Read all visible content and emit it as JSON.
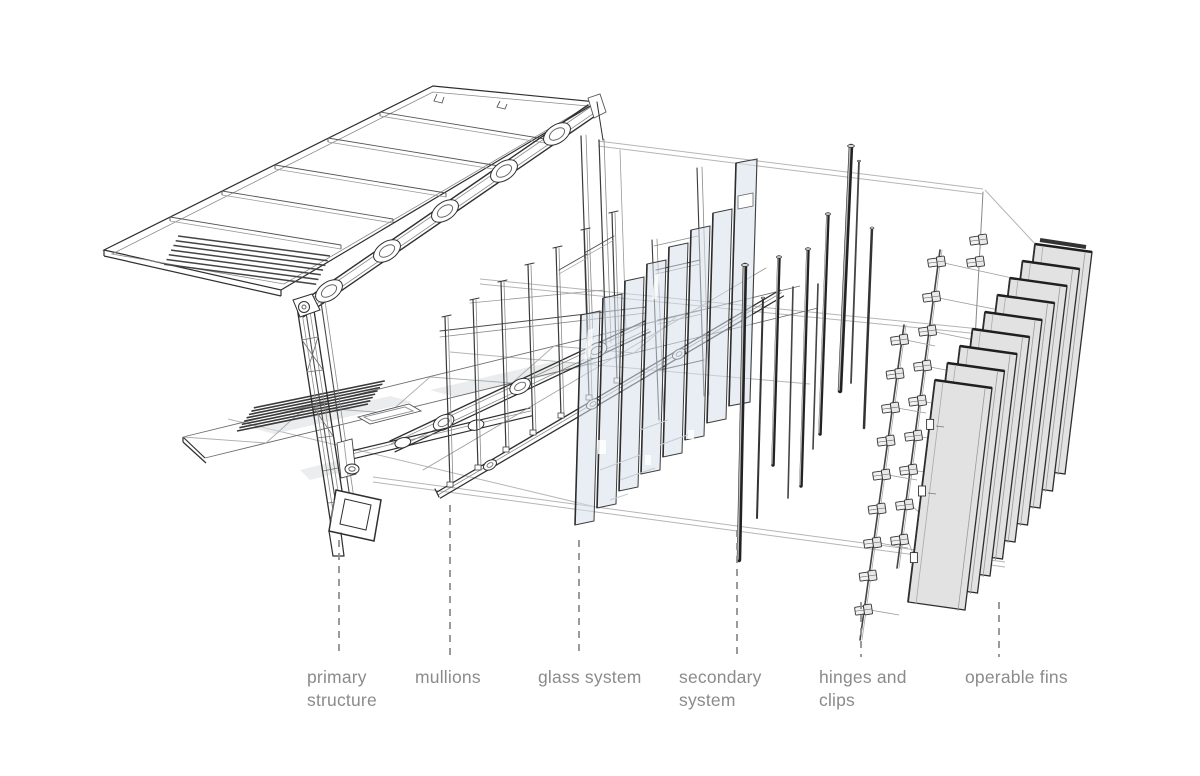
{
  "diagram": {
    "kind": "exploded-axonometric-diagram",
    "labels": [
      {
        "id": "primary-structure",
        "text": "primary structure"
      },
      {
        "id": "mullions",
        "text": "mullions"
      },
      {
        "id": "glass-system",
        "text": "glass system"
      },
      {
        "id": "secondary-system",
        "text": "secondary system"
      },
      {
        "id": "hinges-and-clips",
        "text": "hinges and clips"
      },
      {
        "id": "operable-fins",
        "text": "operable fins"
      }
    ],
    "colors": {
      "background": "#ffffff",
      "line_dark": "#2f2f2f",
      "line_mid": "#6d6d6d",
      "line_faint": "#b5b5b5",
      "glass_fill": "#d5e0e9",
      "fin_fill": "#e2e2e2",
      "shadow_fill": "#d9dcde",
      "label_text": "#8b8b8b",
      "leader_line": "#8f8f8f"
    }
  }
}
